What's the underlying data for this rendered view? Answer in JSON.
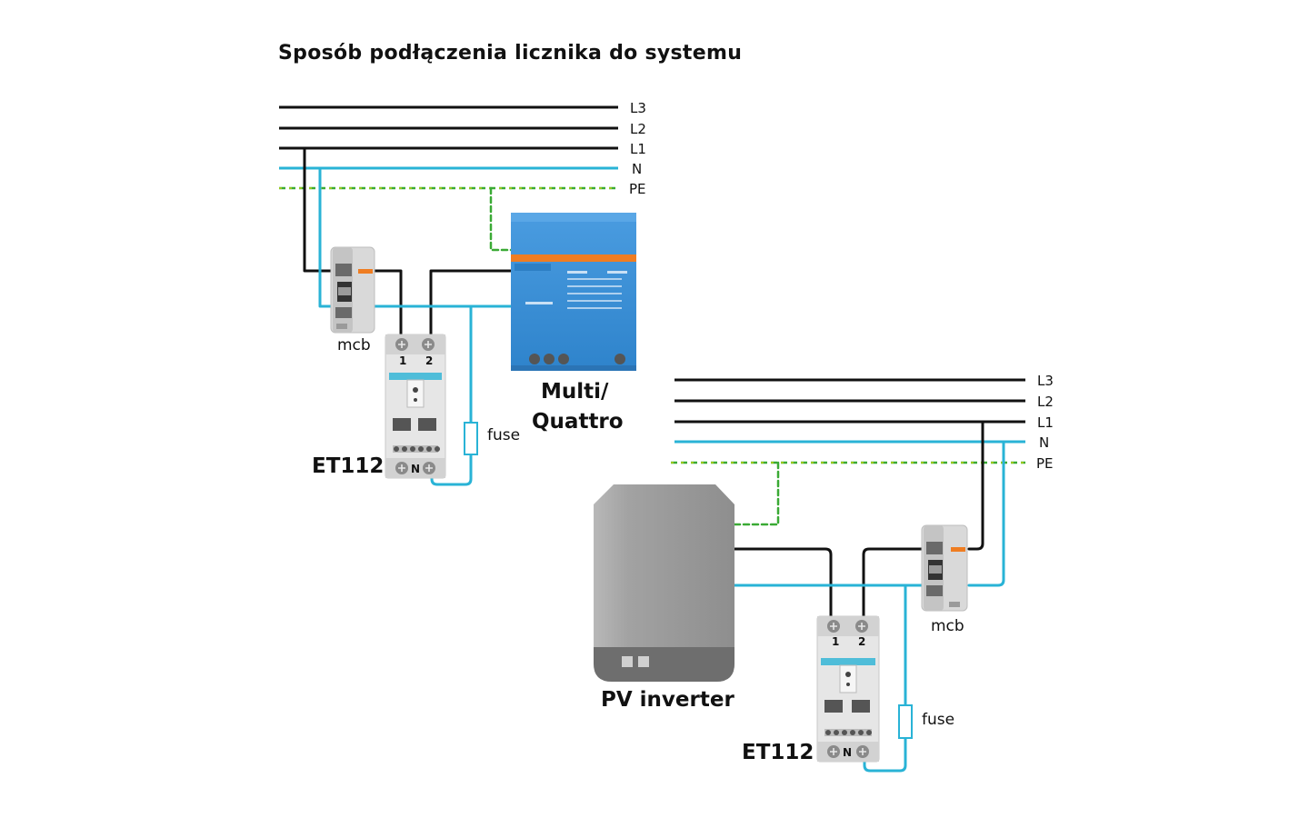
{
  "title": "Sposób podłączenia licznika do systemu",
  "bus_labels": {
    "l3": "L3",
    "l2": "L2",
    "l1": "L1",
    "n": "N",
    "pe": "PE"
  },
  "labels": {
    "mcb": "mcb",
    "fuse": "fuse",
    "meter": "ET112",
    "meter_terminal_1": "1",
    "meter_terminal_2": "2",
    "meter_terminal_n": "N",
    "multi_line1": "Multi/",
    "multi_line2": "Quattro",
    "pv_inverter": "PV inverter"
  },
  "colors": {
    "phase_wire": "#111111",
    "neutral_wire": "#29b3d6",
    "pe_wire": "#3aaa35",
    "pe_wire_accent": "#f5e400",
    "multi_body": "#3a8fd4",
    "multi_stripe": "#ef7d22",
    "pv_body": "#9a9a9a",
    "device_grey": "#d8d8d8"
  }
}
